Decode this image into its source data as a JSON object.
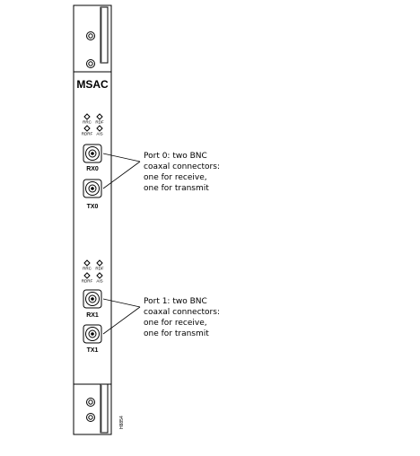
{
  "card": {
    "name": "MSAC",
    "port0": {
      "leds": [
        {
          "label": "RRC"
        },
        {
          "label": "RDF"
        },
        {
          "label": "RDRF"
        },
        {
          "label": "AIS"
        }
      ],
      "rx_label": "RX0",
      "tx_label": "TX0"
    },
    "port1": {
      "leds": [
        {
          "label": "RRC"
        },
        {
          "label": "RDF"
        },
        {
          "label": "RDRF"
        },
        {
          "label": "AIS"
        }
      ],
      "rx_label": "RX1",
      "tx_label": "TX1"
    },
    "figure_id": "H8854"
  },
  "callouts": {
    "port0": {
      "lines": [
        "Port 0: two BNC",
        "coaxal connectors:",
        "one for receive,",
        "one for transmit"
      ]
    },
    "port1": {
      "lines": [
        "Port 1: two BNC",
        "coaxal connectors:",
        "one for receive,",
        "one for transmit"
      ]
    }
  }
}
